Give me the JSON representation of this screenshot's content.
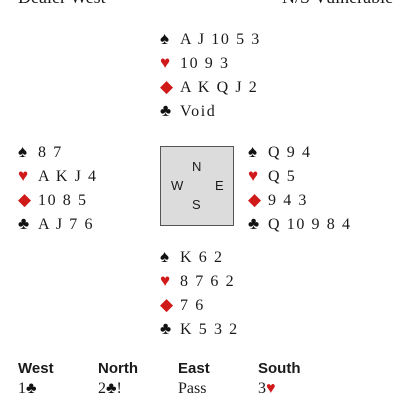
{
  "header": {
    "dealer": "Dealer West",
    "vulnerability": "N/S Vulnerable"
  },
  "colors": {
    "red_suit": "#d01919",
    "black_suit": "#111111",
    "compass_bg": "#dcdcdc"
  },
  "north": {
    "spades": "A J 10 5 3",
    "hearts": "10 9 3",
    "diamonds": "A K Q J 2",
    "clubs": "Void"
  },
  "west": {
    "spades": "8 7",
    "hearts": "A K J 4",
    "diamonds": "10 8 5",
    "clubs": "A J 7 6"
  },
  "east": {
    "spades": "Q 9 4",
    "hearts": "Q 5",
    "diamonds": "9 4 3",
    "clubs": "Q 10 9 8 4"
  },
  "south": {
    "spades": "K 6 2",
    "hearts": "8 7 6 2",
    "diamonds": "7 6",
    "clubs": "K 5 3 2"
  },
  "compass": {
    "n": "N",
    "w": "W",
    "e": "E",
    "s": "S"
  },
  "suits": {
    "spade": "♠",
    "heart": "♥",
    "diamond": "◆",
    "club": "♣"
  },
  "auction": {
    "headers": [
      "West",
      "North",
      "East",
      "South"
    ],
    "bids": [
      {
        "level": "1",
        "suit": "club",
        "suffix": ""
      },
      {
        "level": "2",
        "suit": "club",
        "suffix": "!"
      },
      {
        "level": "Pass",
        "suit": "",
        "suffix": ""
      },
      {
        "level": "3",
        "suit": "heart",
        "suffix": ""
      }
    ]
  }
}
